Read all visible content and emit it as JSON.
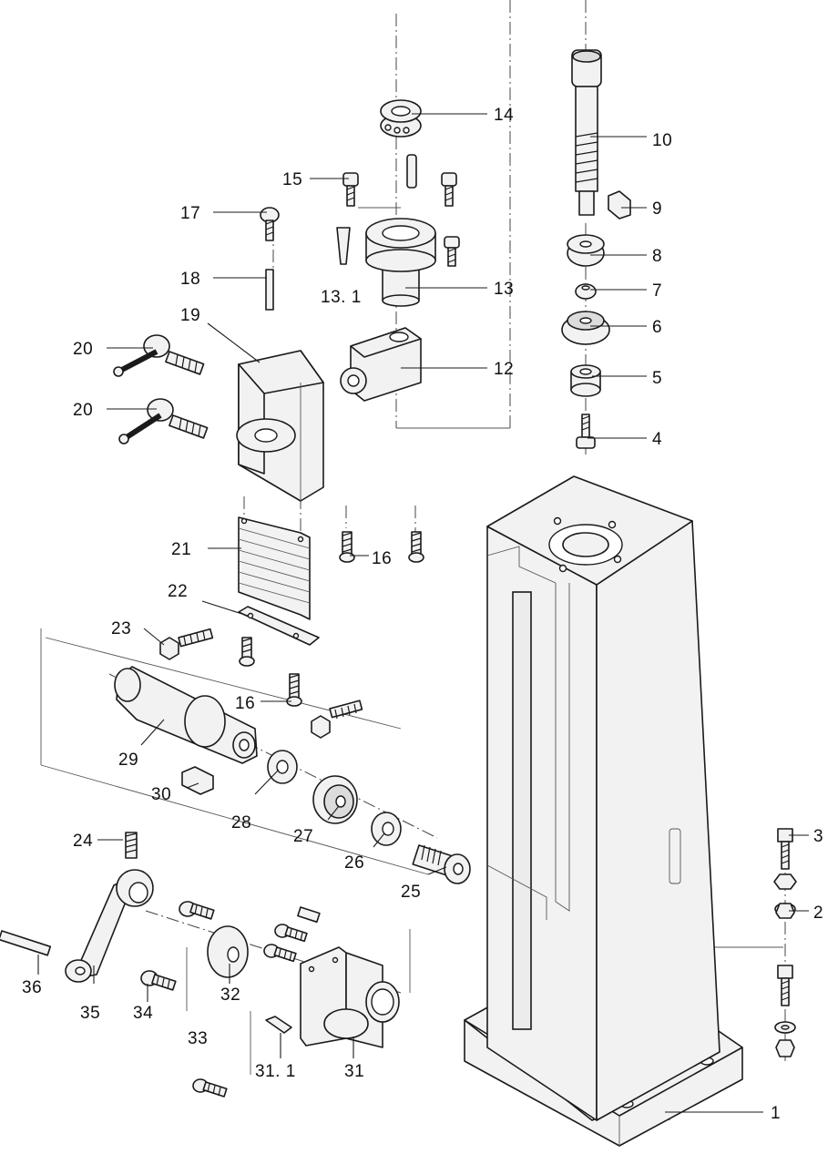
{
  "labels": {
    "l1": "1",
    "l2": "2",
    "l3": "3",
    "l4": "4",
    "l5": "5",
    "l6": "6",
    "l7": "7",
    "l8": "8",
    "l9": "9",
    "l10": "10",
    "l12": "12",
    "l13": "13",
    "l13_1": "13. 1",
    "l14": "14",
    "l15": "15",
    "l16a": "16",
    "l16b": "16",
    "l17": "17",
    "l18": "18",
    "l19": "19",
    "l20a": "20",
    "l20b": "20",
    "l21": "21",
    "l22": "22",
    "l23": "23",
    "l24": "24",
    "l25": "25",
    "l26": "26",
    "l27": "27",
    "l28": "28",
    "l29": "29",
    "l30": "30",
    "l31": "31",
    "l31_1": "31. 1",
    "l32": "32",
    "l33": "33",
    "l34": "34",
    "l35": "35",
    "l36": "36"
  }
}
